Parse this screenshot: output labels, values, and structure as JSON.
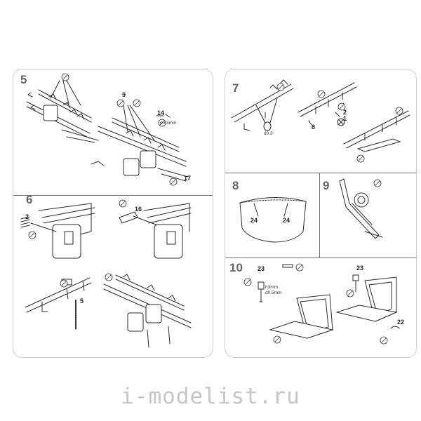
{
  "left_page": {
    "steps": [
      {
        "number": "5",
        "callouts": [
          "9",
          "14",
          "17"
        ],
        "dims": [
          "d0.3mm"
        ]
      },
      {
        "number": "6",
        "callouts": [
          "2",
          "16",
          "5"
        ]
      }
    ]
  },
  "right_page": {
    "steps": [
      {
        "number": "7",
        "callouts": [
          "8",
          "2",
          "1"
        ],
        "dims": [
          "d0.3"
        ]
      },
      {
        "number": "8",
        "callouts": [
          "24",
          "24"
        ]
      },
      {
        "number": "9"
      },
      {
        "number": "10",
        "callouts": [
          "23",
          "23",
          "22"
        ],
        "dims": [
          "h3mm",
          "d0.5mm"
        ]
      }
    ]
  },
  "icons": [
    "glue-icon",
    "magnifier-icon",
    "drill-icon",
    "remove-part-icon"
  ],
  "watermark": "i-modelist.ru",
  "colors": {
    "line": "#6f6f6f",
    "panel_border": "#cfcfcf",
    "watermark": "#c6c6c6"
  }
}
